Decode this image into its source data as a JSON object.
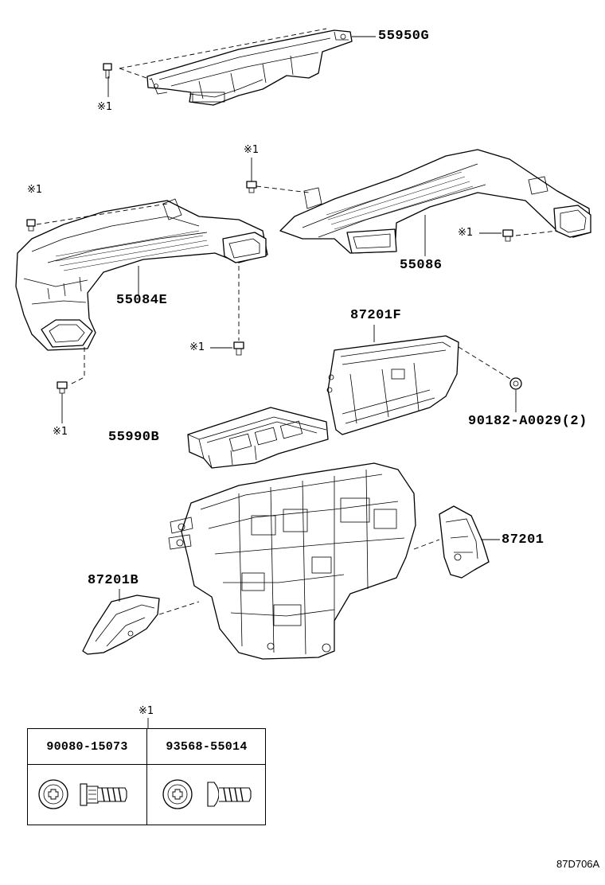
{
  "parts": {
    "p55950g": "55950G",
    "p55084e": "55084E",
    "p55086": "55086",
    "p87201f": "87201F",
    "p90182": "90182-A0029(2)",
    "p55990b": "55990B",
    "p87201": "87201",
    "p87201b": "87201B"
  },
  "notes": {
    "n1": "※1",
    "n2": "※1",
    "n3": "※1",
    "n4": "※1",
    "n5": "※1",
    "n6": "※1",
    "n7": "※1"
  },
  "legend": {
    "marker": "※1",
    "columns": [
      {
        "part": "90080-15073",
        "icon": "flange-hex-screw-icon"
      },
      {
        "part": "93568-55014",
        "icon": "phillips-pan-screw-icon"
      }
    ]
  },
  "figure_id": "87D706A"
}
